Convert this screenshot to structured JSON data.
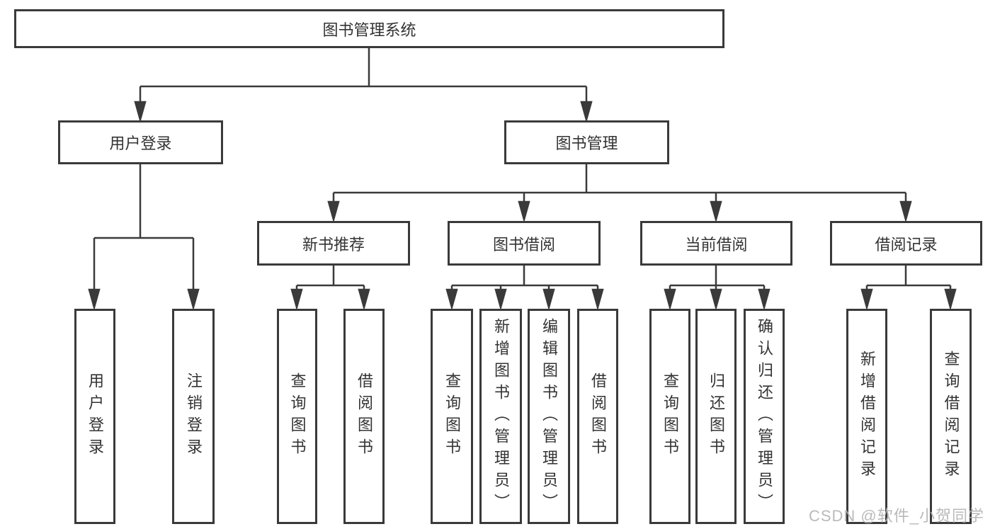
{
  "tree": {
    "label": "图书管理系统",
    "children": [
      {
        "label": "用户登录",
        "children": [
          {
            "label": "用户登录"
          },
          {
            "label": "注销登录"
          }
        ]
      },
      {
        "label": "图书管理",
        "children": [
          {
            "label": "新书推荐",
            "children": [
              {
                "label": "查询图书"
              },
              {
                "label": "借阅图书"
              }
            ]
          },
          {
            "label": "图书借阅",
            "children": [
              {
                "label": "查询图书"
              },
              {
                "label": "新增图书（管理员）"
              },
              {
                "label": "编辑图书（管理员）"
              },
              {
                "label": "借阅图书"
              }
            ]
          },
          {
            "label": "当前借阅",
            "children": [
              {
                "label": "查询图书"
              },
              {
                "label": "归还图书"
              },
              {
                "label": "确认归还（管理员）"
              }
            ]
          },
          {
            "label": "借阅记录",
            "children": [
              {
                "label": "新增借阅记录"
              },
              {
                "label": "查询借阅记录"
              }
            ]
          }
        ]
      }
    ]
  },
  "watermark": {
    "text": "CSDN @软件_小贺同学"
  },
  "colors": {
    "line": "#3a3a3a",
    "box_border": "#3a3a3a",
    "text": "#333333",
    "background": "#ffffff",
    "watermark": "#b2b2b2"
  }
}
